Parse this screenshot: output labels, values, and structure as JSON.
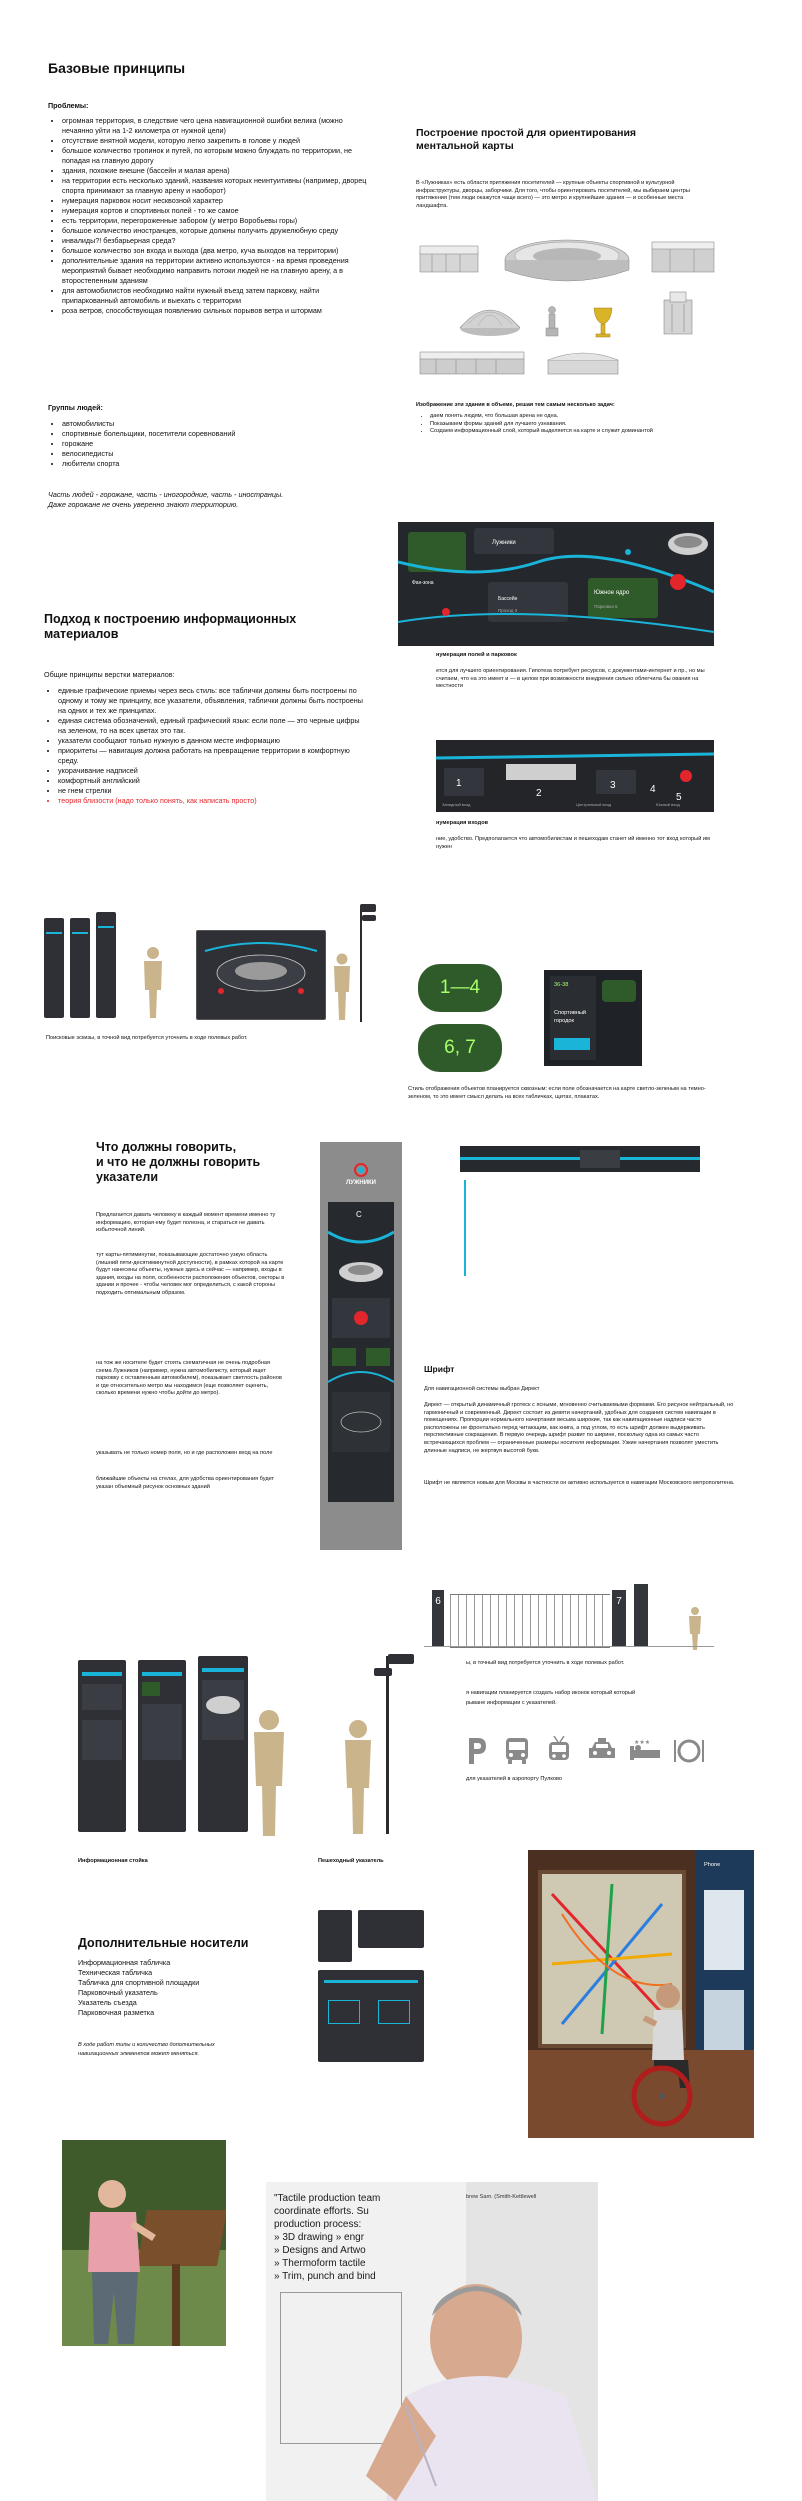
{
  "s1": {
    "title": "Базовые принципы",
    "problems_label": "Проблемы:",
    "problems": [
      "огромная территория, в следствие чего цена навигационной ошибки велика (можно нечаянно уйти на 1-2 километра от нужной цели)",
      "отсутствие внятной модели, которую легко закрепить в голове у людей",
      "большое количество тропинок и путей, по которым можно блуждать по территории, не попадая на главную дорогу",
      "здания, похожие внешне (бассейн и малая арена)",
      "на территории есть несколько зданий, названия которых неинтуитивны (например, дворец спорта принимают за главную арену и наоборот)",
      "нумерация парковок носит несквозной характер",
      "нумерация кортов и спортивных полей - то же самое",
      "есть территории, перегороженные забором (у метро Воробьевы горы)",
      "большое количество иностранцев, которые должны получить дружелюбную среду",
      "инвалиды?! безбарьерная среда?",
      "большое количество зон входа и выхода (два метро, куча выходов на территории)",
      "дополнительные здания на территории активно используются - на время проведения мероприятий бывает необходимо направить потоки людей не на главную арену, а в второстепенным зданиям",
      "для автомобилистов необходимо найти нужный въезд затем парковку, найти припаркованный автомобиль и выехать с территории",
      "роза ветров, способствующая появлению сильных порывов ветра и штормам"
    ],
    "groups_label": "Группы людей:",
    "groups": [
      "автомобилисты",
      "спортивные болельщики, посетители соревнований",
      "горожане",
      "велосипедисты",
      "любители спорта"
    ],
    "note_line1": "Часть людей - горожане, часть - иногородние, часть - иностранцы.",
    "note_line2": "Даже горожане не очень уверенно знают территорию."
  },
  "s2": {
    "title_line1": "Построение простой для ориентирования",
    "title_line2": "ментальной карты",
    "intro": "В «Лужниках» есть области притяжения посетителей — крупные объекты спортивной и культурной инфраструктуры, дворцы, заборчики. Для того, чтобы ориентировать посетителей, мы выбираем центры притяжения (тем люди окажутся чаще всего) — это метро и крупнейшие здания — и особенные места ландшафта.",
    "caption": "Изображение эти здания в объеме, решая тем самым несколько задач:",
    "bullets": [
      "даем понять людям, что большая арена не одна.",
      "Показываем формы зданий для лучшего узнавания.",
      "Создаем информационный слой, который выделяется на карте и служит доминантой"
    ]
  },
  "s3": {
    "title_line1": "Подход к построению информационных",
    "title_line2": "материалов",
    "lead": "Общие принципы верстки материалов:",
    "bullets": [
      "единые графические приемы через весь стиль: все таблички должны быть построены по одному и тому же принципу, все указатели, объявления, таблички должны быть построены на одних и тех же принципах.",
      "единая система обозначений, единый графический язык: если поле — это черные цифры на зеленом, то на всех цветах это так.",
      "указатели сообщают только нужную в данном месте информацию",
      "приоритеты — навигация должна работать на превращение территории в комфортную среду.",
      "укорачивание надписей",
      "комфортный английский",
      "не гнем стрелки"
    ],
    "red_bullet": "теория близости (надо только понять, как написать просто)"
  },
  "s4": {
    "heading1": "нумерация полей и парковок",
    "text1": "ется для лучшего ориентирования. Гипотеза потребует ресурсов, с документами-интернет и пр., но мы считаем, что на это имеет и — в целом при возможности внедрения сильно облегчила бы ования на местности",
    "heading2": "нумерация входов",
    "text2": "ние, удобство. Предполагается что автомобилистам и пешеходам станет ий именно тот вход который им нужен",
    "map_labels": [
      "Лужники",
      "Фан-зона",
      "Южное ядро",
      "Бассейн",
      "Проход 3",
      "Парковка 5"
    ],
    "entrance_labels": [
      "Западный вход",
      "Центральный вход",
      "Южный вход"
    ],
    "entrance_nums": [
      "1",
      "2",
      "3",
      "4",
      "5"
    ]
  },
  "s5": {
    "caption": "Поисковые эскизы, в точной вид потребуется уточнить в ходе полевых работ.",
    "badge1": "1—4",
    "badge2": "6, 7",
    "mini_sign_num": "36-38",
    "mini_sign_text": "Спортивный городок",
    "style_text": "Стиль отображения объектов планируется сквозным: если поле обозначается на карте светло-зеленым на темно-зеленом, то это имеет смысл делать на всех табличках, щитах, плакатах."
  },
  "s6": {
    "title_line1": "Что должны говорить,",
    "title_line2": "и что не должны говорить",
    "title_line3": "указатели",
    "p1": "Предлагается давать человеку в каждый момент времени именно ту информацию, которая ему будет полезна, и стараться не давать избыточной линий.",
    "p2": "тут карты-пятиминутки, показывающие достаточно узкую область (лишний пяти-десятиминутной доступности), в рамках которой на карте будут нанесены объекты, нужные здесь и сейчас — например, входы в здания, входы на поля, особенности расположения объектов, секторы в здании и прочее - чтобы человек мог определиться, с какой стороны подходить оптимальным образом.",
    "p3": "на тож же носителе будет стоять схематичная не очень подробная схема Лужников (например, нужна автомобилисту, который ищет парковку с оставленным автомобилем), показывает светлость районов и где относительно метро мы находимся (еще позволяет оценить, сколько времени нужно чтобы дойти до метро).",
    "p4": "указывать не только номер поля, но и где расположен вход на поле",
    "p5": "ближайшие объекты на стелах, для удобства ориентирования будет указан объемный рисунок основных зданий",
    "poster_brand": "ЛУЖНИКИ",
    "poster_letter": "С"
  },
  "s7": {
    "heading": "Шрифт",
    "subheading": "Для навигационной системы выбран Директ",
    "p1": "Директ — открытый динамичный гротеск с ясными, мгновенно считываемыми формами. Его рисунок нейтральный, но гармоничный и современный. Директ состоит из девяти начертаний, удобных для создания систем навигации в помещениях. Пропорции нормального начертания весьма широкие, так как навигационные надписи часто расположены не фронтально перед читающим, как книга, а под углом, то есть шрифт должен выдерживать перспективные сокращения. В первую очередь шрифт развит по ширине, поскольку одна из самых часто встречающихся проблем — ограниченные размеры носителя информации. Узкие начертания позволят уместить длинные надписи, не жертвуя высотой букв.",
    "p2": "Шрифт не является новым для Москвы в частности он активно используется в навигации Московского метрополитена."
  },
  "s8": {
    "caption": "ы, в точный вид потребуется уточнить в ходе полевых работ.",
    "fence_num1": "6",
    "fence_num2": "7",
    "icons_text_line1": "я навигации планируется создать набор иконок который который",
    "icons_text_line2": "рыване информации с указателей.",
    "icons_caption": "для указателей в аэропорту Пулково",
    "icon_names": [
      "parking-icon",
      "bus-icon",
      "trolleybus-icon",
      "taxi-icon",
      "hotel-icon",
      "restaurant-icon"
    ]
  },
  "s9": {
    "label_stand": "Информационная стойка",
    "label_pointer": "Пешеходный указатель"
  },
  "s10": {
    "title": "Дополнительные носители",
    "items": [
      "Информационная табличка",
      "Техническая табличка",
      "Табличка для спортивной площадки",
      "Парковочный указатель",
      "Указатель съезда",
      "Парковочная разметка"
    ],
    "note_line1": "В ходе работ типы и количество дополнительных",
    "note_line2": "навигационных элементов может меняться.",
    "kiosk_brand": "Phone"
  },
  "s11": {
    "board_text_lines": [
      "\"Tactile production team",
      "coordinate efforts. Su",
      "production process:",
      "» 3D drawing » engr",
      "» Designs and Artwo",
      "» Thermoform tactile",
      "» Trim, punch and bind"
    ],
    "board_right_text": "brew Sam. (Smith-Kettlewell"
  },
  "colors": {
    "accent_cyan": "#19b4d8",
    "sign_dark": "#2e3035",
    "badge_green": "#2f5a2a",
    "badge_text": "#a9ff6a",
    "warning_red": "#e3262b"
  }
}
